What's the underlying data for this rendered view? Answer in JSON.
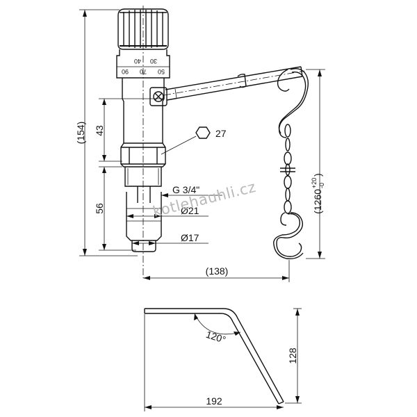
{
  "dimensions": {
    "total_height": "(154)",
    "upper_height": "43",
    "lower_height": "56",
    "hex_size": "27",
    "thread": "G 3/4\"",
    "dia_outer": "Ø21",
    "dia_inner": "Ø17",
    "width": "(138)",
    "chain_length_main": "(1260",
    "chain_tol_upper": "+20",
    "chain_tol_lower": "-0",
    "chain_close": ")",
    "lever_angle": "120°",
    "lever_height": "128",
    "lever_width": "192"
  },
  "scale_marks": {
    "row1": [
      "40",
      "30"
    ],
    "row2": [
      "90",
      "70",
      "50"
    ]
  },
  "watermark": "kotlehauhli.cz"
}
